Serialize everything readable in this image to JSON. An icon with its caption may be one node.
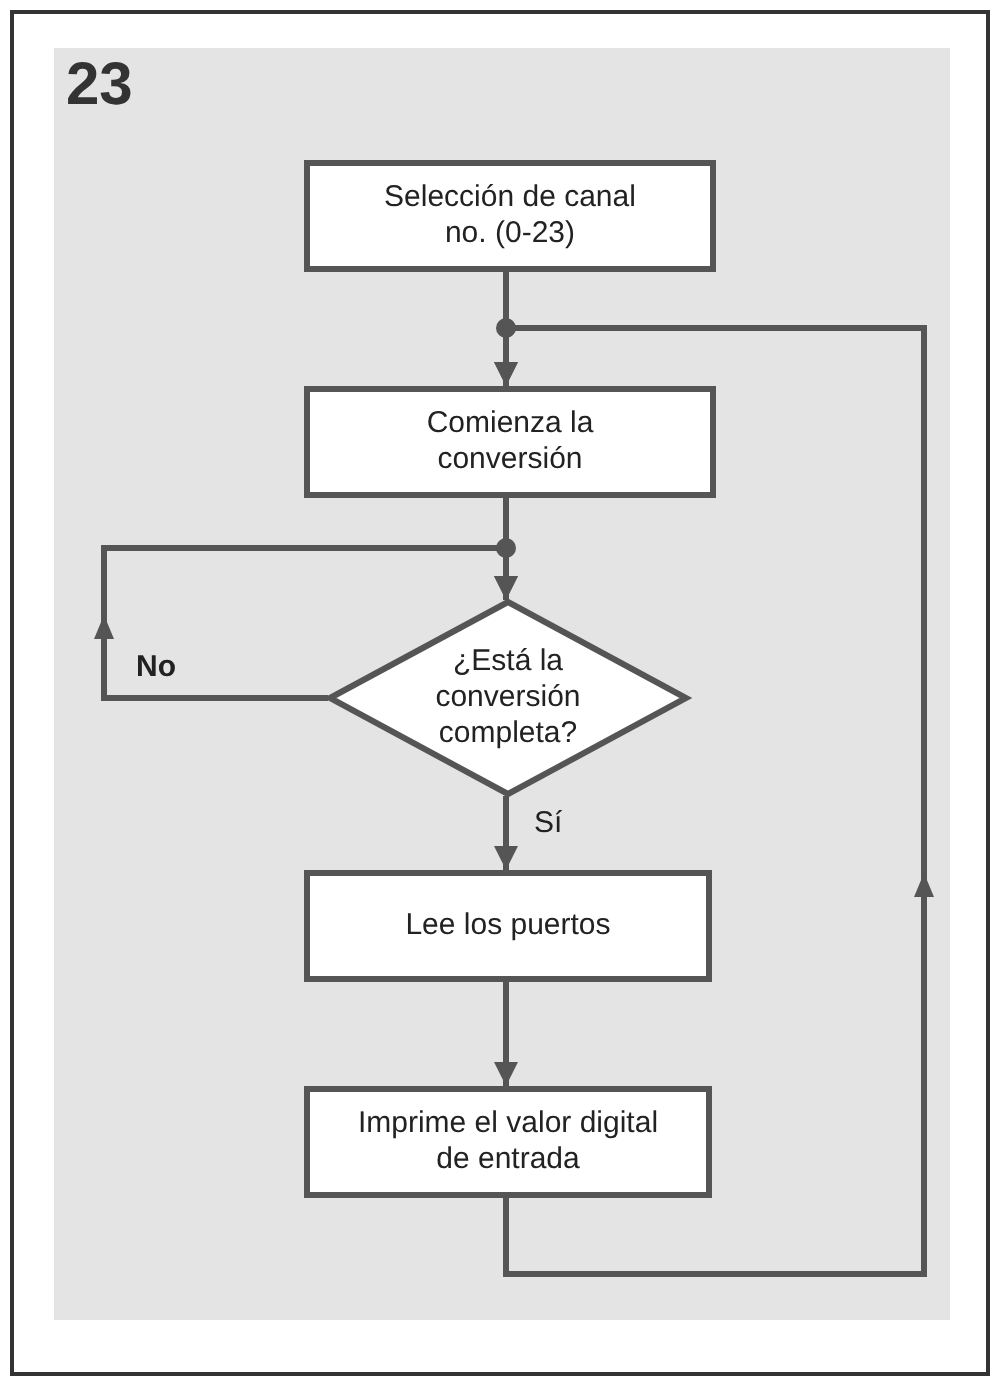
{
  "diagram": {
    "title": "23",
    "nodes": [
      {
        "text": [
          "Selección de canal no. (0-23)"
        ]
      },
      {
        "text": [
          "Comienza la conversión"
        ]
      },
      {
        "text": [
          "¿Está la conversión completa?"
        ]
      },
      {
        "text": [
          "Lee los puertos"
        ]
      },
      {
        "text": [
          "Imprime el valor digital de entrada"
        ]
      }
    ],
    "edges": [
      {
        "from": 0,
        "to": 1,
        "arrow": "to"
      },
      {
        "from": 1,
        "to": 2,
        "arrow": "to"
      },
      {
        "from": 2,
        "to": 3,
        "arrow": "to",
        "label": "Sí"
      },
      {
        "from": 3,
        "to": 4,
        "arrow": "to"
      },
      {
        "from": 4,
        "to": 1,
        "arrow": "to"
      },
      {
        "from": 2,
        "to": 2,
        "arrow": "to",
        "label": "No"
      }
    ]
  }
}
